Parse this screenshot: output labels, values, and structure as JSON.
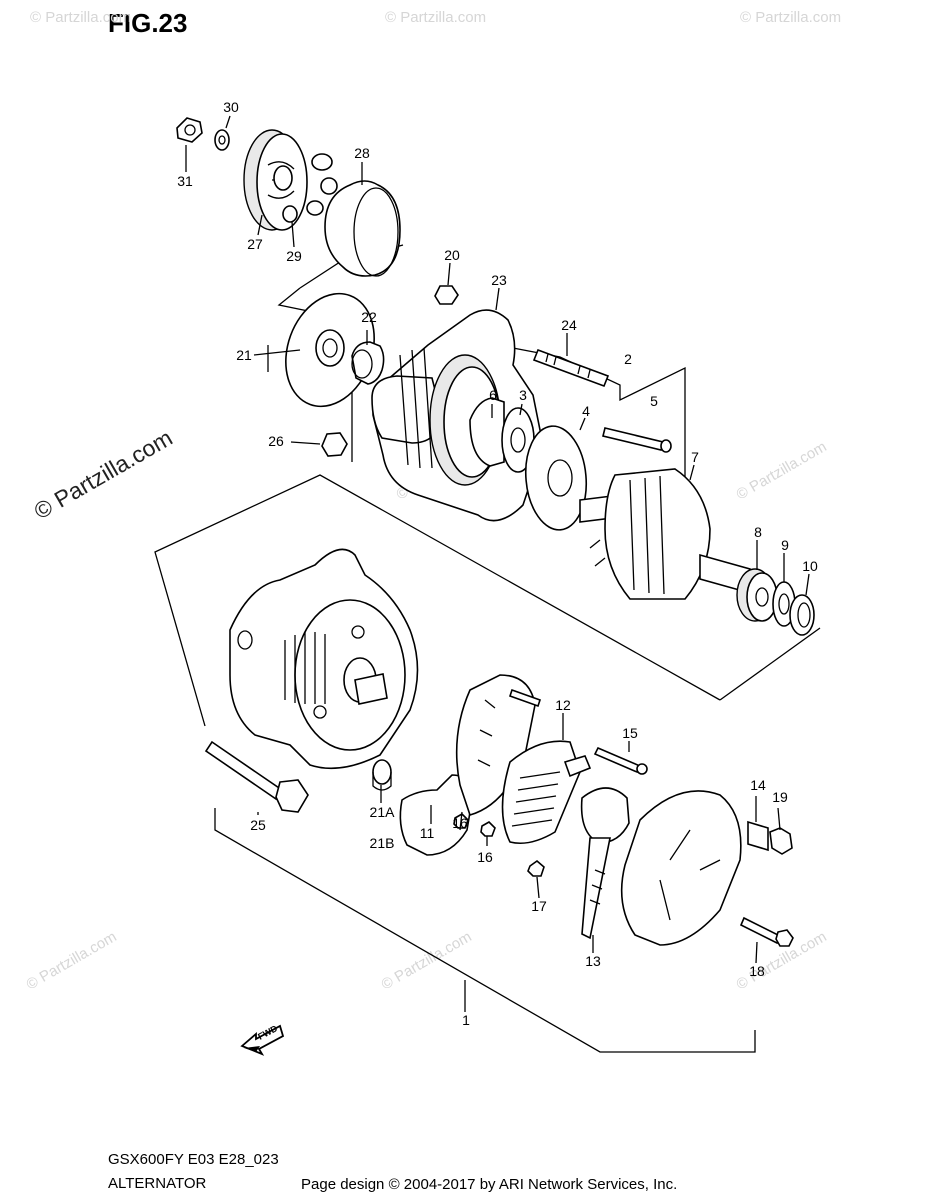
{
  "figure": {
    "title": "FIG.23",
    "model_code": "GSX600FY E03 E28_023",
    "section_name": "ALTERNATOR",
    "page_credit": "Page design © 2004-2017 by ARI Network Services, Inc."
  },
  "watermark": {
    "main": "© Partzilla.com",
    "tile": "© Partzilla.com"
  },
  "fwd_arrow": {
    "label": "FWD"
  },
  "callouts": {
    "c1": "1",
    "c2": "2",
    "c3": "3",
    "c4": "4",
    "c5": "5",
    "c6": "6",
    "c7": "7",
    "c8": "8",
    "c9": "9",
    "c10": "10",
    "c11": "11",
    "c12": "12",
    "c13": "13",
    "c14": "14",
    "c15": "15",
    "c16a": "16",
    "c16b": "16",
    "c17": "17",
    "c18": "18",
    "c19": "19",
    "c20": "20",
    "c21": "21",
    "c21a": "21A",
    "c21b": "21B",
    "c22": "22",
    "c23": "23",
    "c24": "24",
    "c25": "25",
    "c26": "26",
    "c27": "27",
    "c28": "28",
    "c29": "29",
    "c30": "30",
    "c31": "31"
  }
}
